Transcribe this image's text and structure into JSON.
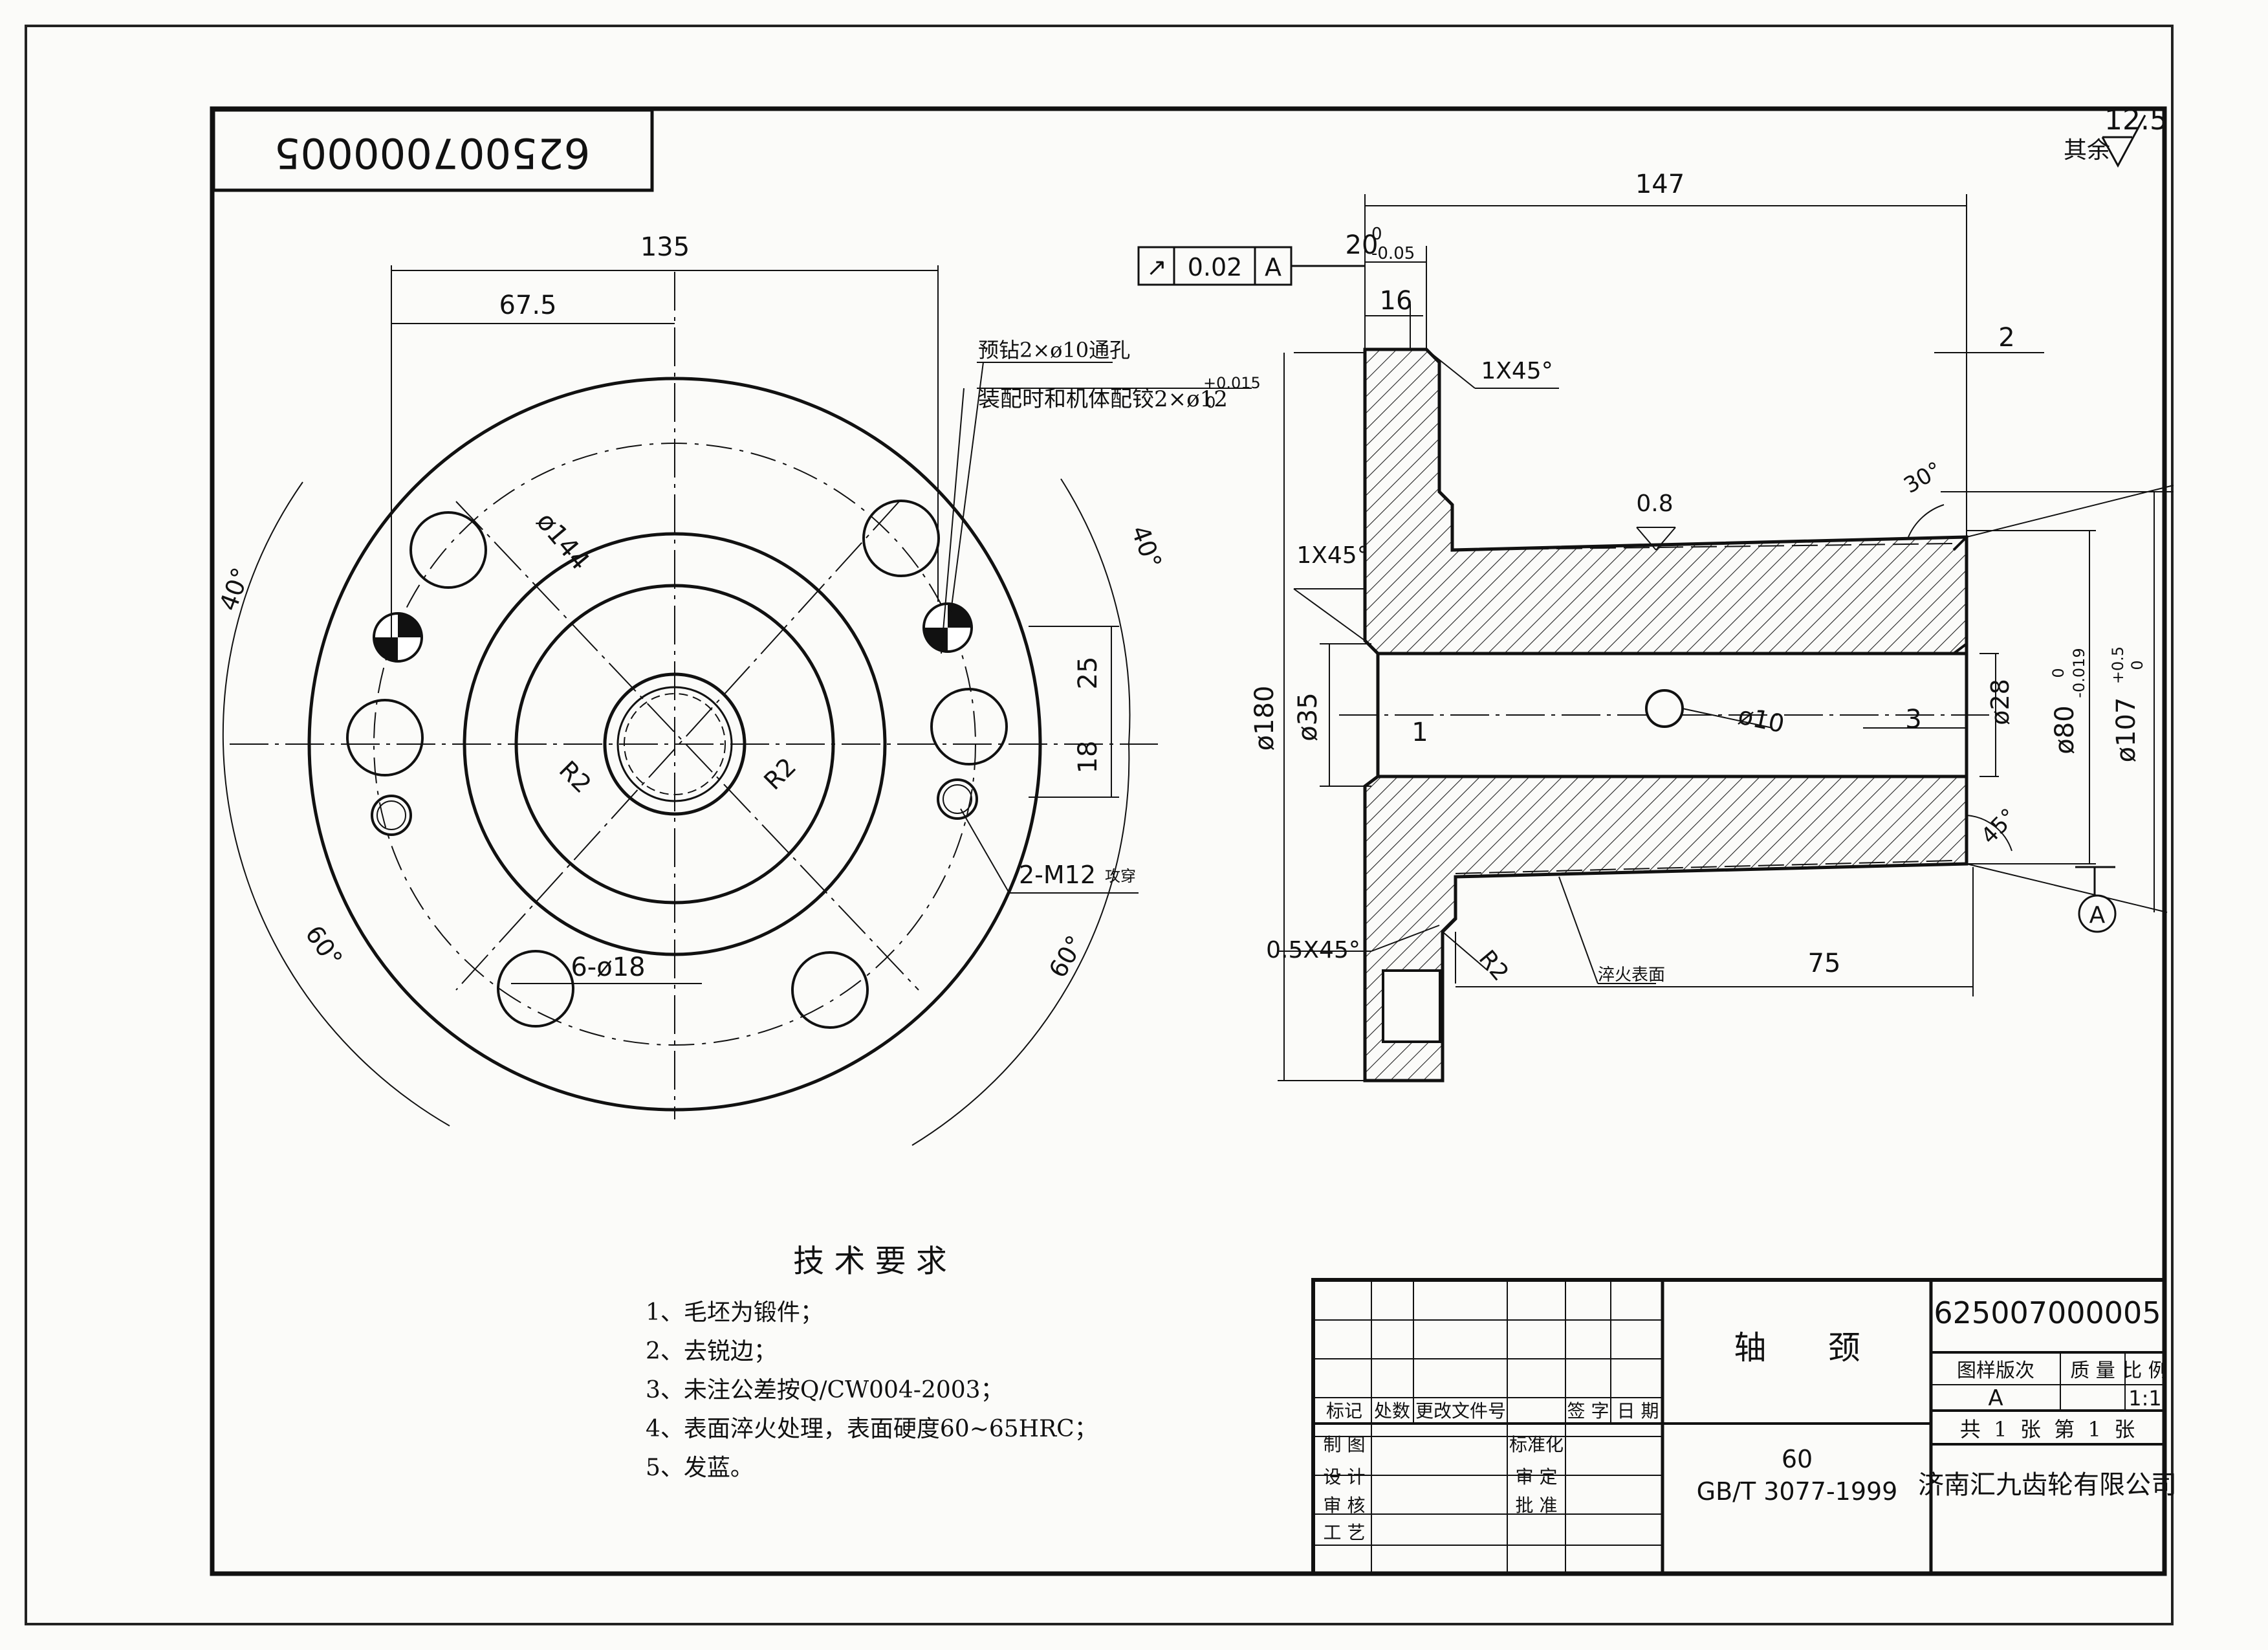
{
  "drawing_number_rotated": "625007000005",
  "roughness": {
    "label": "其余",
    "value": "12.5"
  },
  "front_view": {
    "dims": {
      "d135": "135",
      "d67_5": "67.5",
      "d144": "ø144",
      "d25": "25",
      "d18": "18",
      "r2a": "R2",
      "r2b": "R2",
      "a40_left": "40°",
      "a40_right": "40°",
      "a60_left": "60°",
      "a60_right": "60°",
      "holes6": "6-ø18",
      "m12": "2-M12",
      "m12_note": "攻穿"
    },
    "note_pin_line1": "预钻2×ø10通孔",
    "note_pin_line2": "装配时和机体配铰2×ø12",
    "note_pin_tol_upper": "+0.015",
    "note_pin_tol_lower": "0"
  },
  "section_view": {
    "dims": {
      "d147": "147",
      "d20": "20",
      "d20_tol_upper": "0",
      "d20_tol_lower": "-0.05",
      "d16": "16",
      "d2": "2",
      "c1x45_top": "1X45°",
      "c1x45_left": "1X45°",
      "c05x45": "0.5X45°",
      "r08": "0.8",
      "a30": "30°",
      "a45": "45°",
      "d180": "ø180",
      "d35": "ø35",
      "d1": "1",
      "d3": "3",
      "d10": "ø10",
      "d28": "ø28",
      "d80": "ø80",
      "d80_tol_upper": "0",
      "d80_tol_lower": "-0.019",
      "d107": "ø107",
      "d107_tol_upper": "+0.5",
      "d107_tol_lower": "0",
      "r2": "R2",
      "d75": "75",
      "quench": "淬火表面",
      "datum": "A"
    },
    "gtol": {
      "symbol": "↗",
      "value": "0.02",
      "datum": "A"
    }
  },
  "tech_req": {
    "title": "技 术 要 求",
    "items": [
      "1、毛坯为锻件；",
      "2、去锐边；",
      "3、未注公差按Q/CW004-2003；",
      "4、表面淬火处理，表面硬度60~65HRC；",
      "5、发蓝。"
    ]
  },
  "title_block": {
    "rev_headers": [
      "标记",
      "处数",
      "更改文件号",
      "签 字",
      "日 期"
    ],
    "roles_left": [
      "制 图",
      "设 计",
      "审 核",
      "工 艺"
    ],
    "roles_right": [
      "标准化",
      "审 定",
      "批 准"
    ],
    "part_name": "轴      颈",
    "material": "60",
    "standard": "GB/T 3077-1999",
    "drawing_no": "625007000005",
    "hdr_version": "图样版次",
    "hdr_weight": "质 量",
    "hdr_scale": "比 例",
    "version": "A",
    "scale": "1:1",
    "sheets": "共  1  张  第  1  张",
    "company": "济南汇九齿轮有限公司"
  }
}
